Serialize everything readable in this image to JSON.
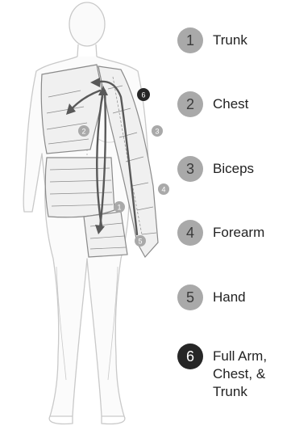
{
  "colors": {
    "badge_light": "#a9a9a9",
    "badge_dark": "#262626",
    "outline": "#c9c9c9",
    "compression_zone": "#8a8a8a",
    "flow_arrow": "#595959"
  },
  "legend": [
    {
      "number": "1",
      "label": "Trunk",
      "tone": "light"
    },
    {
      "number": "2",
      "label": "Chest",
      "tone": "light"
    },
    {
      "number": "3",
      "label": "Biceps",
      "tone": "light"
    },
    {
      "number": "4",
      "label": "Forearm",
      "tone": "light"
    },
    {
      "number": "5",
      "label": "Hand",
      "tone": "light"
    },
    {
      "number": "6",
      "label": "Full Arm,\nChest, &\nTrunk",
      "tone": "dark"
    }
  ],
  "figure_markers": [
    {
      "number": "1",
      "tone": "light"
    },
    {
      "number": "2",
      "tone": "light"
    },
    {
      "number": "3",
      "tone": "light"
    },
    {
      "number": "4",
      "tone": "light"
    },
    {
      "number": "5",
      "tone": "light"
    },
    {
      "number": "6",
      "tone": "dark"
    }
  ]
}
